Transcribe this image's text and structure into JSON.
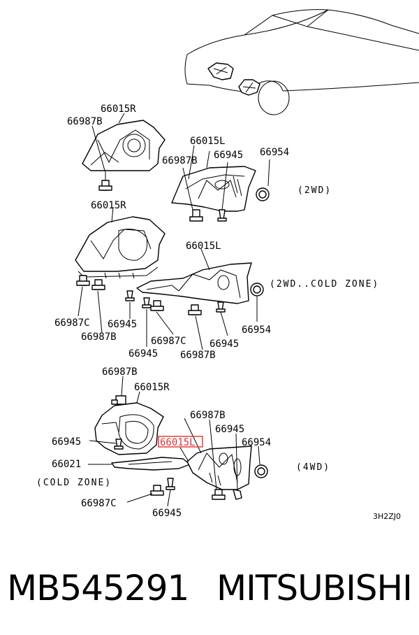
{
  "diagram": {
    "labels": {
      "a_66015R": "66015R",
      "a_66987B": "66987B",
      "a_66015L": "66015L",
      "a_66945": "66945",
      "a_66954": "66954",
      "a_note": "(2WD)",
      "b_66015R": "66015R",
      "b_66015L": "66015L",
      "b_note": "(2WD..COLD ZONE)",
      "b_66987C_left": "66987C",
      "b_66945_left": "66945",
      "b_66987B_left": "66987B",
      "b_66945_mid": "66945",
      "b_66987C_mid": "66987C",
      "b_66945_right": "66945",
      "b_66987B_right": "66987B",
      "b_66954": "66954",
      "c_66987B_top": "66987B",
      "c_66015R": "66015R",
      "c_66987B_right": "66987B",
      "c_66945_right": "66945",
      "c_66945_left": "66945",
      "c_66015L": "66015L",
      "c_66954": "66954",
      "c_66021": "66021",
      "c_note_cold": "(COLD ZONE)",
      "c_note_4wd": "(4WD)",
      "c_66987C": "66987C",
      "c_66945_bottom": "66945",
      "drawing_code": "3H2ZJ0"
    }
  },
  "footer": {
    "part_number": "MB545291",
    "brand": "MITSUBISHI"
  },
  "colors": {
    "highlight": "#e03030"
  }
}
